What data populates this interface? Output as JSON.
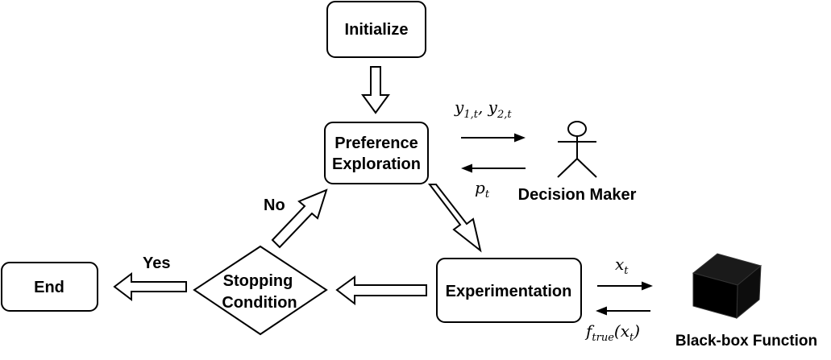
{
  "nodes": {
    "initialize": "Initialize",
    "preference_line1": "Preference",
    "preference_line2": "Exploration",
    "experimentation": "Experimentation",
    "stopping_line1": "Stopping",
    "stopping_line2": "Condition",
    "end": "End"
  },
  "edges": {
    "no": "No",
    "yes": "Yes"
  },
  "actors": {
    "decision_maker": "Decision Maker",
    "black_box": "Black-box Function"
  },
  "math": {
    "y": "y",
    "y1_sub": "1,t",
    "comma": ", ",
    "y2_sub": "2,t",
    "p": "p",
    "p_sub": "t",
    "x": "x",
    "x_sub": "t",
    "f": "f",
    "f_sub": "true",
    "f_args_open": "(x",
    "f_args_sub": "t",
    "f_args_close": ")"
  },
  "colors": {
    "stroke": "#000000",
    "fill": "#ffffff",
    "cube_front": "#000000",
    "cube_top": "#1a1a1a",
    "cube_side": "#0d0d0d"
  }
}
